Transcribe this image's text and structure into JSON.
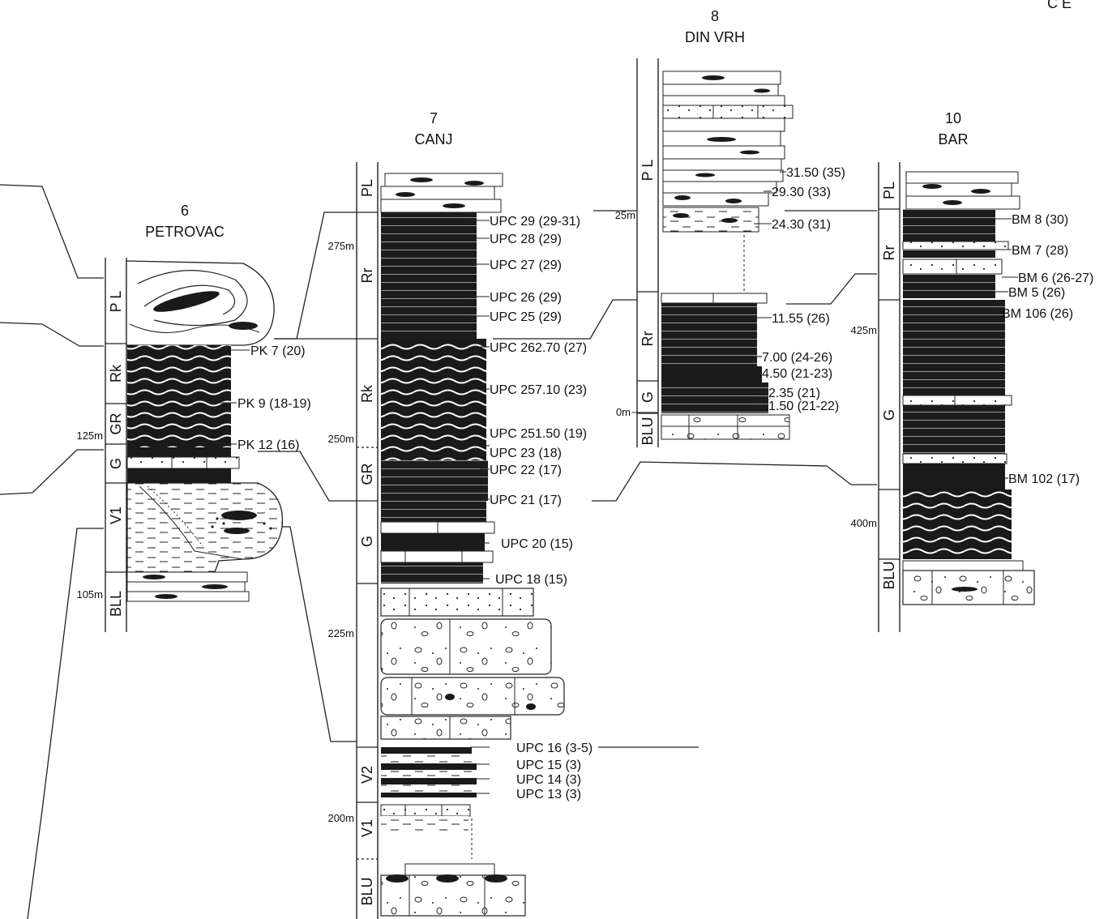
{
  "figure": {
    "corner_mark": "C E"
  },
  "columns": {
    "petrovac": {
      "number": "6",
      "name": "PETROVAC",
      "units": [
        "P L",
        "Rk",
        "GR",
        "G",
        "V1",
        "BLL"
      ],
      "scale": [
        "125m",
        "105m"
      ],
      "samples": [
        "PK 7 (20)",
        "PK 9 (18-19)",
        "PK 12 (16)"
      ]
    },
    "canj": {
      "number": "7",
      "name": "CANJ",
      "units": [
        "PL",
        "Rr",
        "Rk",
        "GR",
        "G",
        "V2",
        "V1",
        "BLU"
      ],
      "scale": [
        "275m",
        "250m",
        "225m",
        "200m"
      ],
      "samples": [
        "UPC 29 (29-31)",
        "UPC 28 (29)",
        "UPC 27 (29)",
        "UPC 26 (29)",
        "UPC 25 (29)",
        "UPC 262.70 (27)",
        "UPC 257.10 (23)",
        "UPC 251.50 (19)",
        "UPC 23 (18)",
        "UPC 22 (17)",
        "UPC 21 (17)",
        "UPC 20 (15)",
        "UPC 18 (15)",
        "UPC 16 (3-5)",
        "UPC 15 (3)",
        "UPC 14 (3)",
        "UPC 13 (3)"
      ]
    },
    "din_vrh": {
      "number": "8",
      "name": "DIN VRH",
      "units": [
        "P L",
        "Rr",
        "G",
        "BLU"
      ],
      "scale": [
        "25m",
        "0m"
      ],
      "samples": [
        "31.50 (35)",
        "29.30 (33)",
        "24.30 (31)",
        "11.55 (26)",
        "7.00 (24-26)",
        "4.50 (21-23)",
        "2.35 (21)",
        "1.50 (21-22)"
      ]
    },
    "bar": {
      "number": "10",
      "name": "BAR",
      "units": [
        "PL",
        "Rr",
        "G",
        "BLU"
      ],
      "scale": [
        "425m",
        "400m"
      ],
      "samples": [
        "BM 8 (30)",
        "BM 7 (28)",
        "BM 6 (26-27)",
        "BM 5 (26)",
        "BM 106 (26)",
        "BM 102 (17)"
      ]
    }
  }
}
